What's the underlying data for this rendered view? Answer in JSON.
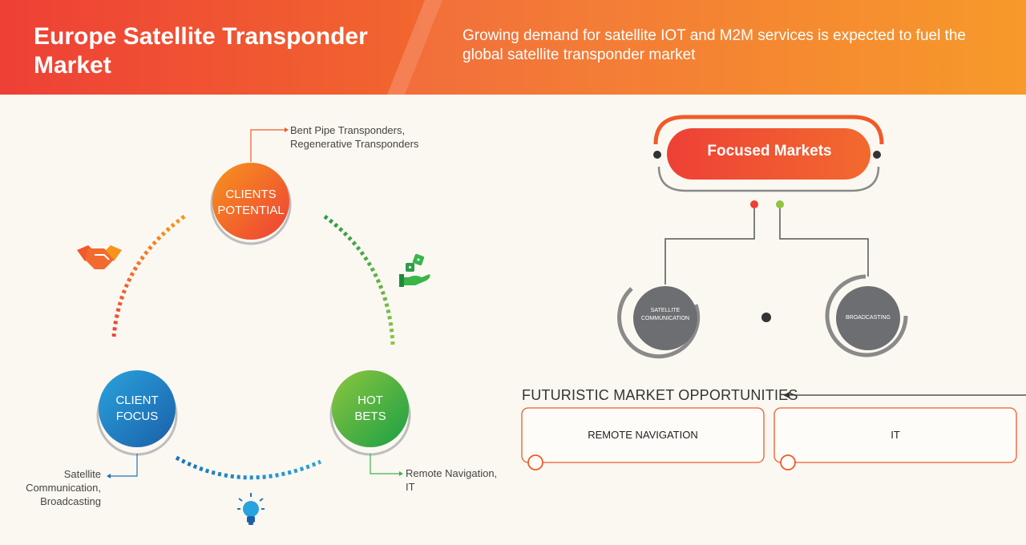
{
  "header": {
    "title": "Europe Satellite Transponder Market",
    "subtitle": "Growing demand for satellite IOT and M2M services is expected to fuel the global satellite transponder market"
  },
  "cycle": {
    "top": {
      "label_line1": "CLIENTS",
      "label_line2": "POTENTIAL",
      "note_line1": "Bent Pipe Transponders,",
      "note_line2": "Regenerative Transponders"
    },
    "left": {
      "label_line1": "CLIENT",
      "label_line2": "FOCUS",
      "note_line1": "Satellite",
      "note_line2": "Communication,",
      "note_line3": "Broadcasting"
    },
    "right": {
      "label_line1": "HOT",
      "label_line2": "BETS",
      "note_line1": "Remote Navigation,",
      "note_line2": "IT"
    }
  },
  "focused_markets": {
    "title": "Focused Markets",
    "items": [
      "SATELLITE COMMUNICATION",
      "BROADCASTING"
    ]
  },
  "futuristic": {
    "title": "FUTURISTIC MARKET OPPORTUNITIES",
    "boxes": [
      "REMOTE NAVIGATION",
      "IT"
    ]
  },
  "colors": {
    "orange": "#f15a29",
    "amber": "#f7941d",
    "blue": "#1b75bb",
    "green": "#39b54a",
    "gray": "#6d6e71"
  }
}
